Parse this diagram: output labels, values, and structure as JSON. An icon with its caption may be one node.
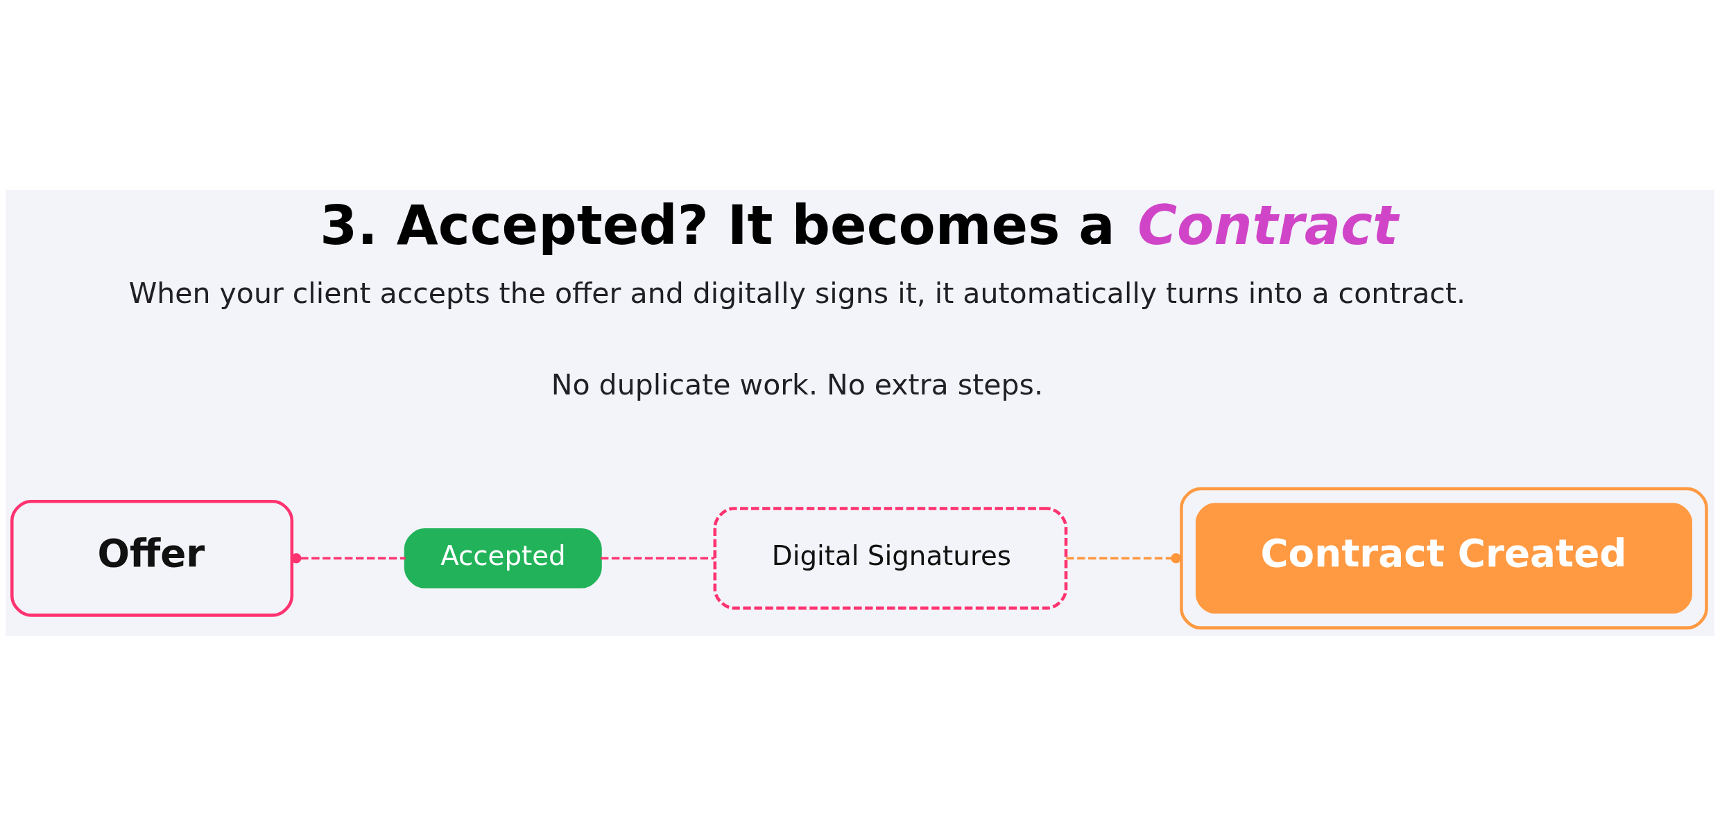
{
  "diagram": {
    "title": "3. Accepted? It becomes a *Contract*",
    "nodes": [
      {
        "text": [
          "Offer"
        ]
      },
      {
        "text": [
          "Accepted"
        ]
      },
      {
        "text": [
          "Digital Signatures"
        ]
      },
      {
        "text": [
          "Contract Created"
        ]
      }
    ],
    "edges": [
      {
        "from": 0,
        "to": 1,
        "arrow": "other",
        "style": "dashed"
      },
      {
        "from": 1,
        "to": 2,
        "arrow": "none",
        "style": "dashed"
      },
      {
        "from": 2,
        "to": 3,
        "arrow": "other",
        "style": "dashed",
        "color": "#ff963c"
      }
    ],
    "labels": [
      "When your client accepts the offer and digitally signs it, it automatically turns into a contract.",
      "No duplicate work. No extra steps."
    ]
  }
}
